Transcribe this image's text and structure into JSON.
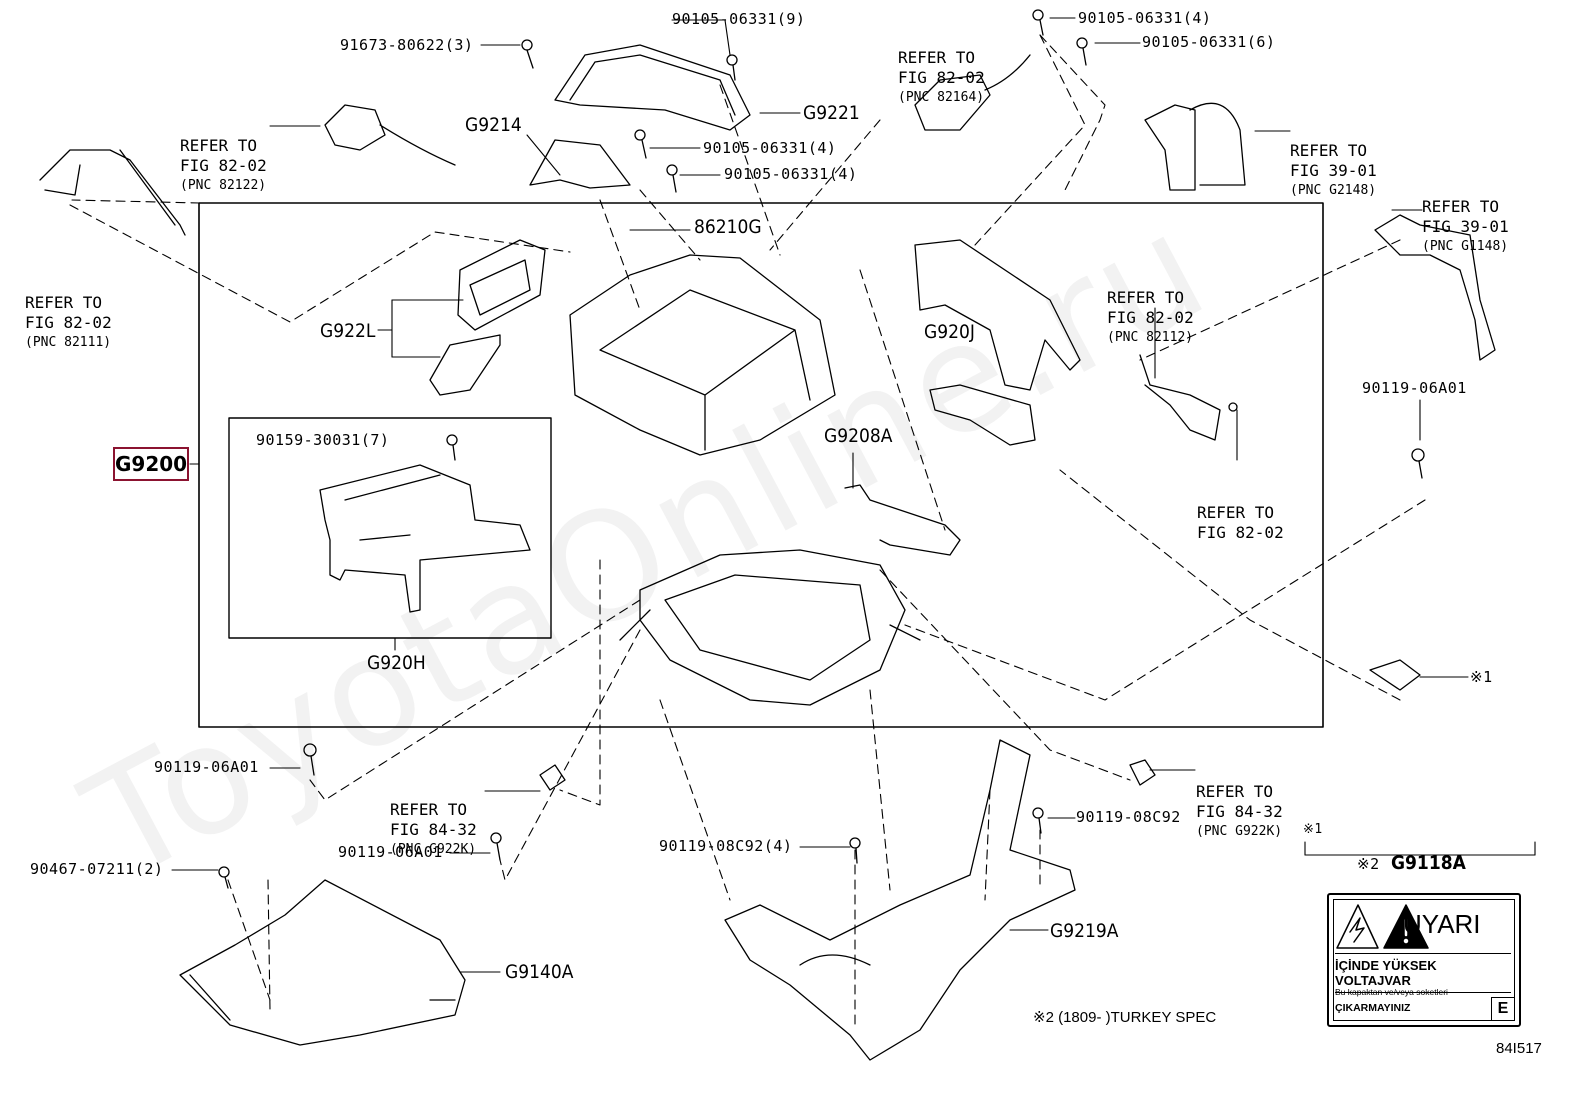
{
  "main_code": "G9200",
  "parts": {
    "p91673": "91673-80622(3)",
    "p90105_9": "90105-06331(9)",
    "p90105_4a": "90105-06331(4)",
    "p90105_6": "90105-06331(6)",
    "g9221": "G9221",
    "g9214": "G9214",
    "p90105_4b": "90105-06331(4)",
    "p90105_4c": "90105-06331(4)",
    "p86210g": "86210G",
    "g922l": "G922L",
    "g920j": "G920J",
    "p90159": "90159-30031(7)",
    "g9208a": "G9208A",
    "p90119_a": "90119-06A01",
    "g920h": "G920H",
    "p90119_b": "90119-06A01",
    "p90119_c": "90119-06A01",
    "p90119_08c92": "90119-08C92",
    "p90119_08c92_4": "90119-08C92(4)",
    "p90467": "90467-07211(2)",
    "g9140a": "G9140A",
    "g9219a": "G9219A",
    "g9118a": "G9118A",
    "mark1": "※1",
    "mark1_header": "※1",
    "mark2": "※2"
  },
  "refs": {
    "r1": {
      "line1": "REFER TO",
      "line2": "FIG 82-02",
      "pnc": "(PNC 82164)"
    },
    "r2": {
      "line1": "REFER TO",
      "line2": "FIG 82-02",
      "pnc": "(PNC 82122)"
    },
    "r3": {
      "line1": "REFER TO",
      "line2": "FIG 39-01",
      "pnc": "(PNC G2148)"
    },
    "r4": {
      "line1": "REFER TO",
      "line2": "FIG 39-01",
      "pnc": "(PNC G1148)"
    },
    "r5": {
      "line1": "REFER TO",
      "line2": "FIG 82-02",
      "pnc": "(PNC 82111)"
    },
    "r6": {
      "line1": "REFER TO",
      "line2": "FIG 82-02",
      "pnc": "(PNC 82112)"
    },
    "r7": {
      "line1": "REFER TO",
      "line2": "FIG 82-02"
    },
    "r8": {
      "line1": "REFER TO",
      "line2": "FIG 84-32",
      "pnc": "(PNC G922K)"
    },
    "r9": {
      "line1": "REFER TO",
      "line2": "FIG 84-32",
      "pnc": "(PNC G922K)"
    }
  },
  "notes": {
    "turkey": "※2 (1809-       )TURKEY SPEC",
    "figure_no": "84I517"
  },
  "warning": {
    "title": "UYARI",
    "line1": "İÇİNDE YÜKSEK VOLTAJVAR",
    "line2": "Bu kapaktan ve/veya soketleri",
    "line3": "ÇIKARMAYINIZ",
    "corner": "E"
  },
  "watermark": "ToyotaOnline.ru",
  "colors": {
    "highlight": "#8b1330",
    "line": "#000000"
  }
}
